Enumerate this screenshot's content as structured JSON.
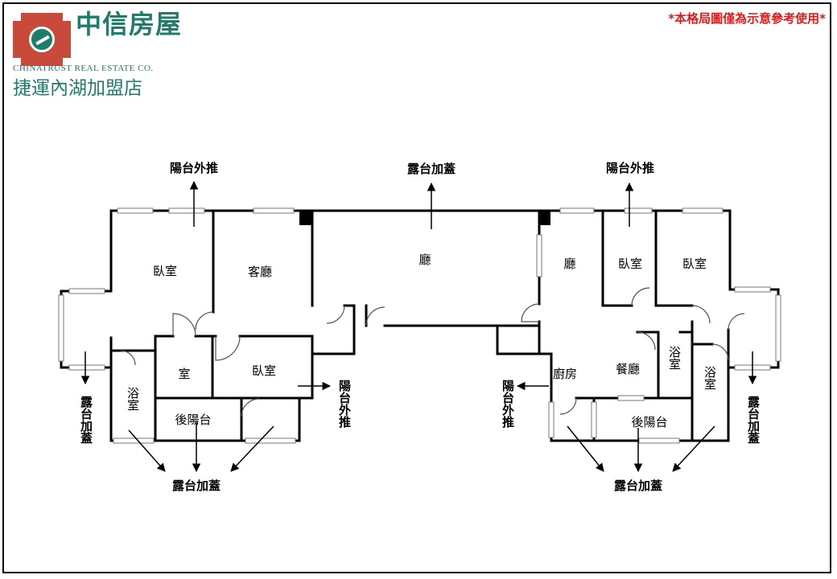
{
  "header": {
    "brand_cn": "中信房屋",
    "brand_en": "CHINATRUST REAL ESTATE CO.",
    "store_name": "捷運內湖加盟店",
    "disclaimer": "*本格局圖僅為示意參考使用*"
  },
  "rooms": {
    "bedroom_a": "臥室",
    "living_room": "客廳",
    "hall_center": "廳",
    "hall_right": "廳",
    "bedroom_b": "臥室",
    "bedroom_c": "臥室",
    "room_small": "室",
    "bedroom_d": "臥室",
    "bath_left": "浴室",
    "rear_balcony_left": "後陽台",
    "kitchen": "廚房",
    "dining": "餐廳",
    "bath_right1": "浴室",
    "bath_right2": "浴室",
    "rear_balcony_right": "後陽台"
  },
  "annotations": {
    "balcony_out_left": "陽台外推",
    "terrace_top": "露台加蓋",
    "balcony_out_right": "陽台外推",
    "balcony_out_mid_left": "陽台外推",
    "balcony_out_mid_right": "陽台外推",
    "terrace_far_left": "露台加蓋",
    "terrace_bottom_left": "露台加蓋",
    "terrace_bottom_right": "露台加蓋",
    "terrace_far_right": "露台加蓋"
  },
  "colors": {
    "brand": "#1c7d6b",
    "brand_red": "#c74a3a",
    "disclaimer": "#e01b1b",
    "wall": "#000000"
  }
}
